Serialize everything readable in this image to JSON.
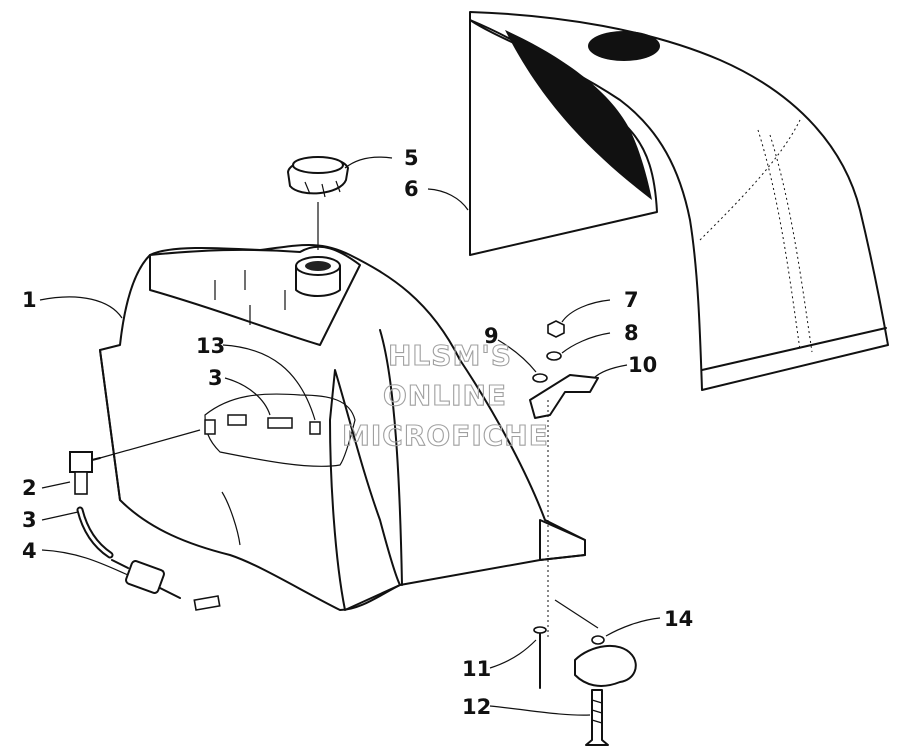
{
  "callouts": [
    {
      "id": "1",
      "label": "1"
    },
    {
      "id": "2",
      "label": "2"
    },
    {
      "id": "3a",
      "label": "3"
    },
    {
      "id": "3b",
      "label": "3"
    },
    {
      "id": "4",
      "label": "4"
    },
    {
      "id": "5",
      "label": "5"
    },
    {
      "id": "6",
      "label": "6"
    },
    {
      "id": "7",
      "label": "7"
    },
    {
      "id": "8",
      "label": "8"
    },
    {
      "id": "9",
      "label": "9"
    },
    {
      "id": "10",
      "label": "10"
    },
    {
      "id": "11",
      "label": "11"
    },
    {
      "id": "12",
      "label": "12"
    },
    {
      "id": "13",
      "label": "13"
    },
    {
      "id": "14",
      "label": "14"
    }
  ],
  "watermark": {
    "line1": "HLSM'S",
    "line2": "ONLINE",
    "line3": "MICROFICHE"
  },
  "colors": {
    "ink": "#111111",
    "stipple": "#555555",
    "watermark": "#a0a0a0",
    "paper": "#ffffff"
  }
}
